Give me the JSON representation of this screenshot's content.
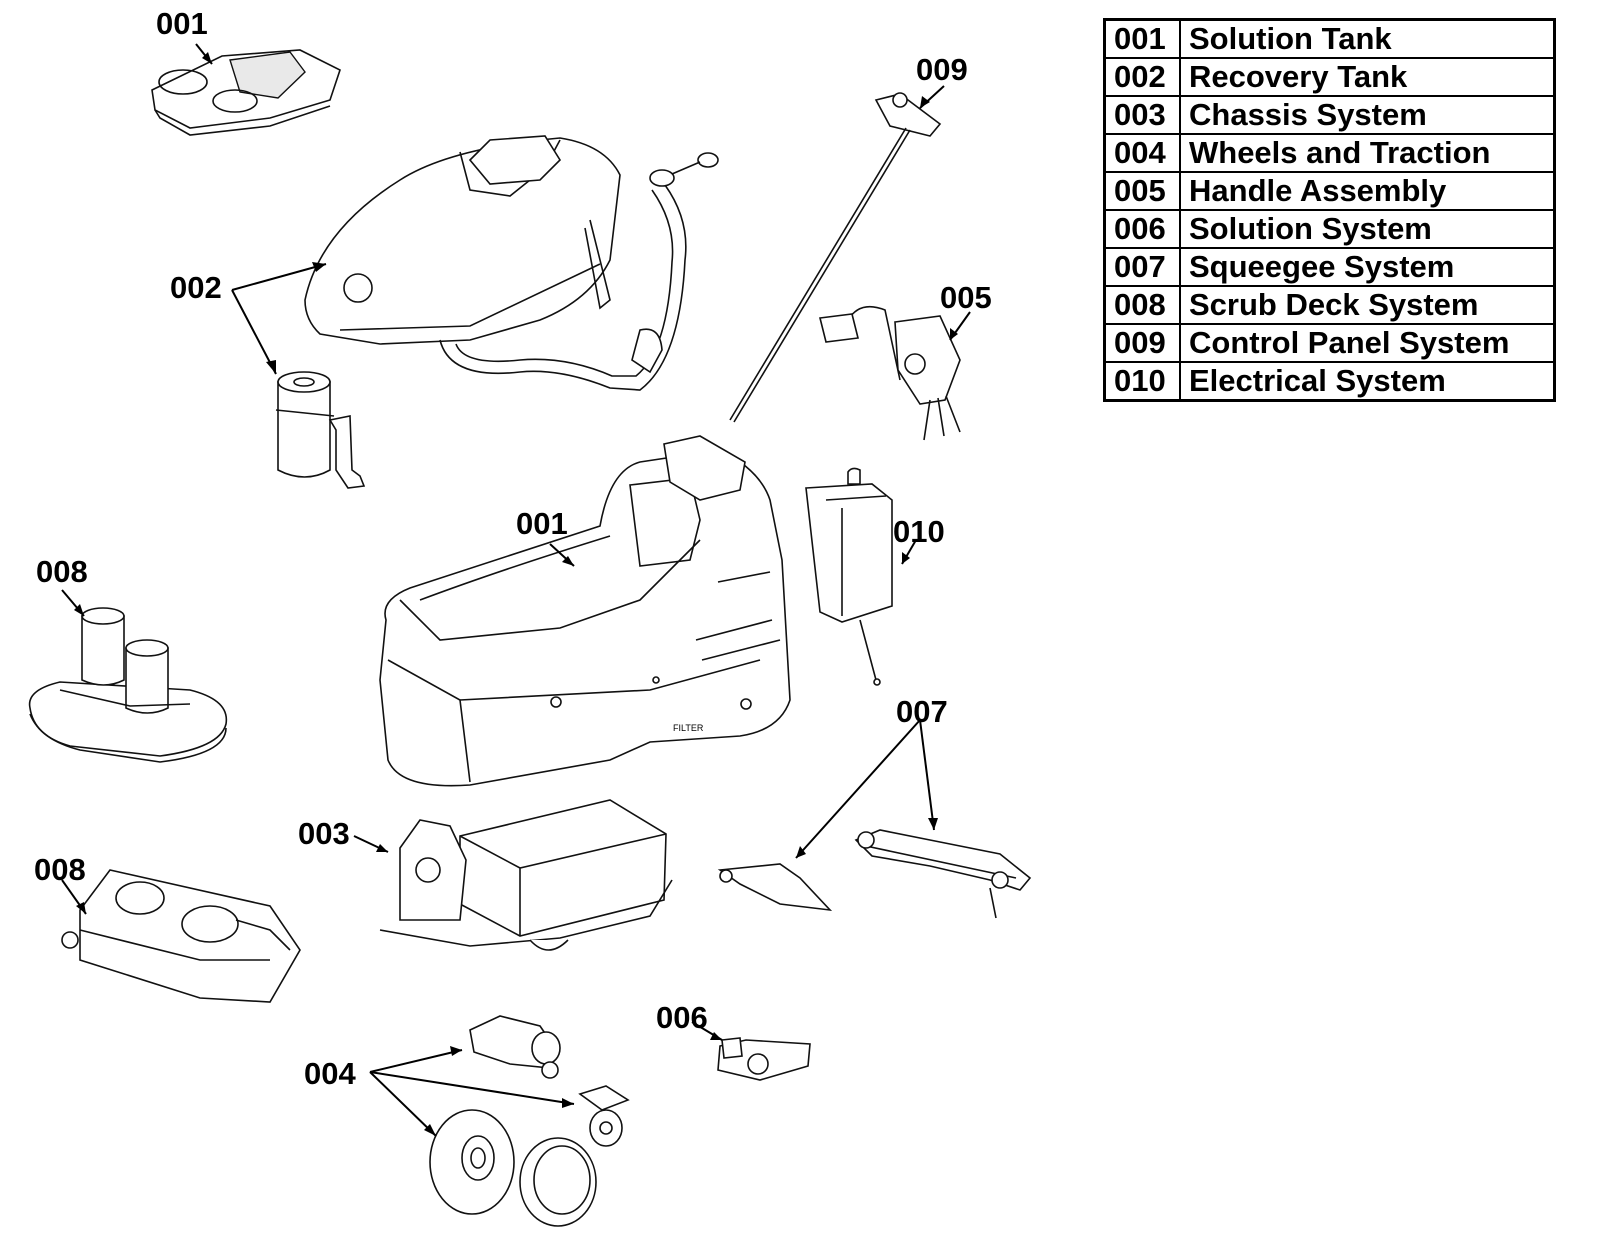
{
  "callouts": [
    {
      "id": "c-001-top",
      "text": "001"
    },
    {
      "id": "c-002",
      "text": "002"
    },
    {
      "id": "c-009",
      "text": "009"
    },
    {
      "id": "c-005",
      "text": "005"
    },
    {
      "id": "c-008-a",
      "text": "008"
    },
    {
      "id": "c-001-mid",
      "text": "001"
    },
    {
      "id": "c-010",
      "text": "010"
    },
    {
      "id": "c-007",
      "text": "007"
    },
    {
      "id": "c-003",
      "text": "003"
    },
    {
      "id": "c-008-b",
      "text": "008"
    },
    {
      "id": "c-006",
      "text": "006"
    },
    {
      "id": "c-004",
      "text": "004"
    }
  ],
  "legend": [
    {
      "code": "001",
      "name": "Solution Tank"
    },
    {
      "code": "002",
      "name": "Recovery Tank"
    },
    {
      "code": "003",
      "name": "Chassis System"
    },
    {
      "code": "004",
      "name": "Wheels and Traction"
    },
    {
      "code": "005",
      "name": "Handle Assembly"
    },
    {
      "code": "006",
      "name": "Solution System"
    },
    {
      "code": "007",
      "name": "Squeegee System"
    },
    {
      "code": "008",
      "name": "Scrub Deck System"
    },
    {
      "code": "009",
      "name": "Control Panel System"
    },
    {
      "code": "010",
      "name": "Electrical System"
    }
  ],
  "part_markings": {
    "filter_label": "FILTER"
  }
}
